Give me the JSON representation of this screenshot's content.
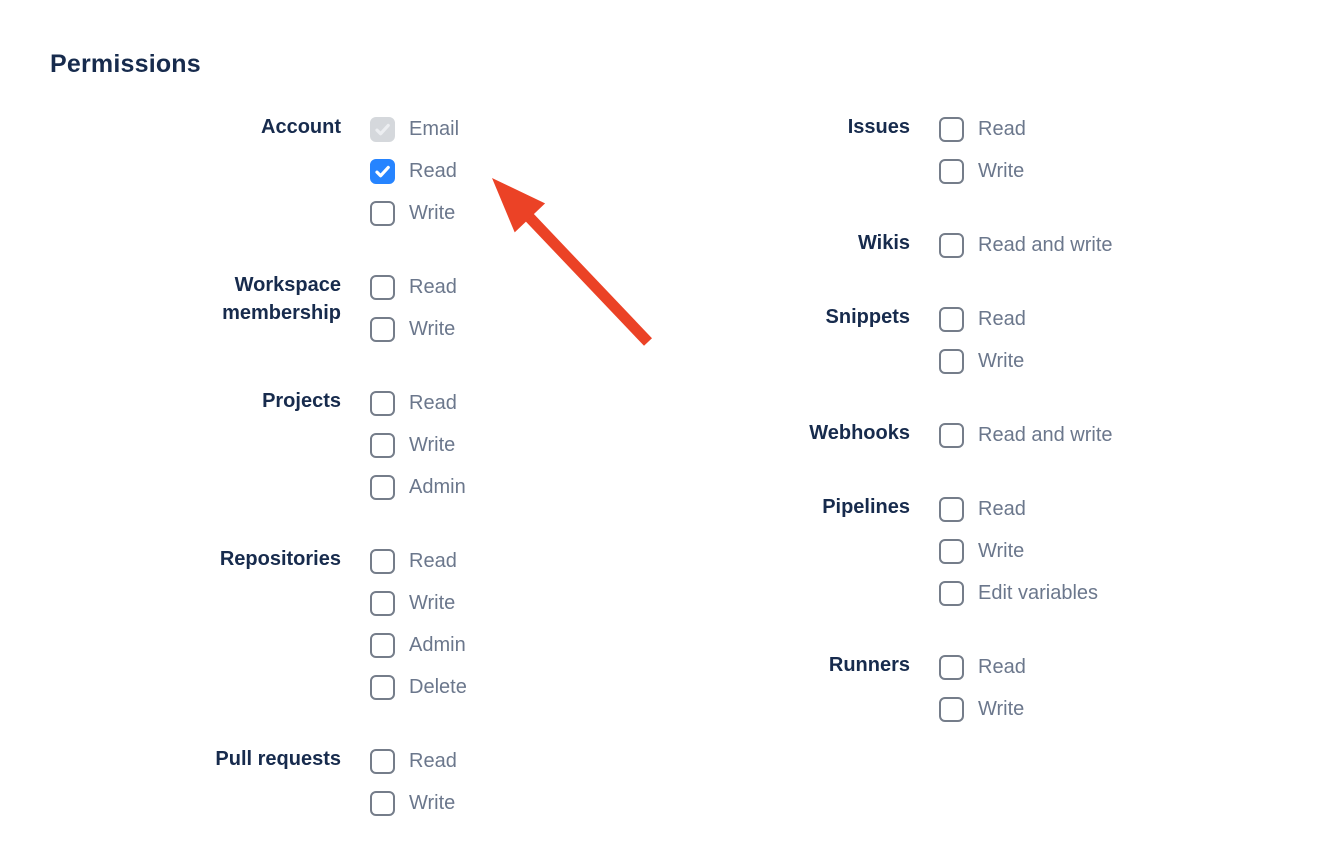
{
  "section": {
    "title": "Permissions"
  },
  "columns": [
    {
      "groups": [
        {
          "label": "Account",
          "options": [
            {
              "label": "Email",
              "checked": true,
              "disabled": true
            },
            {
              "label": "Read",
              "checked": true,
              "disabled": false
            },
            {
              "label": "Write",
              "checked": false,
              "disabled": false
            }
          ]
        },
        {
          "label": "Workspace membership",
          "options": [
            {
              "label": "Read",
              "checked": false,
              "disabled": false
            },
            {
              "label": "Write",
              "checked": false,
              "disabled": false
            }
          ]
        },
        {
          "label": "Projects",
          "options": [
            {
              "label": "Read",
              "checked": false,
              "disabled": false
            },
            {
              "label": "Write",
              "checked": false,
              "disabled": false
            },
            {
              "label": "Admin",
              "checked": false,
              "disabled": false
            }
          ]
        },
        {
          "label": "Repositories",
          "options": [
            {
              "label": "Read",
              "checked": false,
              "disabled": false
            },
            {
              "label": "Write",
              "checked": false,
              "disabled": false
            },
            {
              "label": "Admin",
              "checked": false,
              "disabled": false
            },
            {
              "label": "Delete",
              "checked": false,
              "disabled": false
            }
          ]
        },
        {
          "label": "Pull requests",
          "options": [
            {
              "label": "Read",
              "checked": false,
              "disabled": false
            },
            {
              "label": "Write",
              "checked": false,
              "disabled": false
            }
          ]
        }
      ]
    },
    {
      "groups": [
        {
          "label": "Issues",
          "options": [
            {
              "label": "Read",
              "checked": false,
              "disabled": false
            },
            {
              "label": "Write",
              "checked": false,
              "disabled": false
            }
          ]
        },
        {
          "label": "Wikis",
          "options": [
            {
              "label": "Read and write",
              "checked": false,
              "disabled": false
            }
          ]
        },
        {
          "label": "Snippets",
          "options": [
            {
              "label": "Read",
              "checked": false,
              "disabled": false
            },
            {
              "label": "Write",
              "checked": false,
              "disabled": false
            }
          ]
        },
        {
          "label": "Webhooks",
          "options": [
            {
              "label": "Read and write",
              "checked": false,
              "disabled": false
            }
          ]
        },
        {
          "label": "Pipelines",
          "options": [
            {
              "label": "Read",
              "checked": false,
              "disabled": false
            },
            {
              "label": "Write",
              "checked": false,
              "disabled": false
            },
            {
              "label": "Edit variables",
              "checked": false,
              "disabled": false
            }
          ]
        },
        {
          "label": "Runners",
          "options": [
            {
              "label": "Read",
              "checked": false,
              "disabled": false
            },
            {
              "label": "Write",
              "checked": false,
              "disabled": false
            }
          ]
        }
      ]
    }
  ],
  "annotation": {
    "type": "arrow",
    "color": "#EB4226",
    "points_to": "Account Read checkbox"
  },
  "colors": {
    "heading_text": "#172B4D",
    "group_label_text": "#172B4D",
    "option_label_text": "#6B778C",
    "checkbox_border": "#757D8A",
    "checkbox_checked_bg": "#2684FF",
    "checkbox_disabled_bg": "#D5D8DC",
    "arrow": "#EB4226"
  }
}
